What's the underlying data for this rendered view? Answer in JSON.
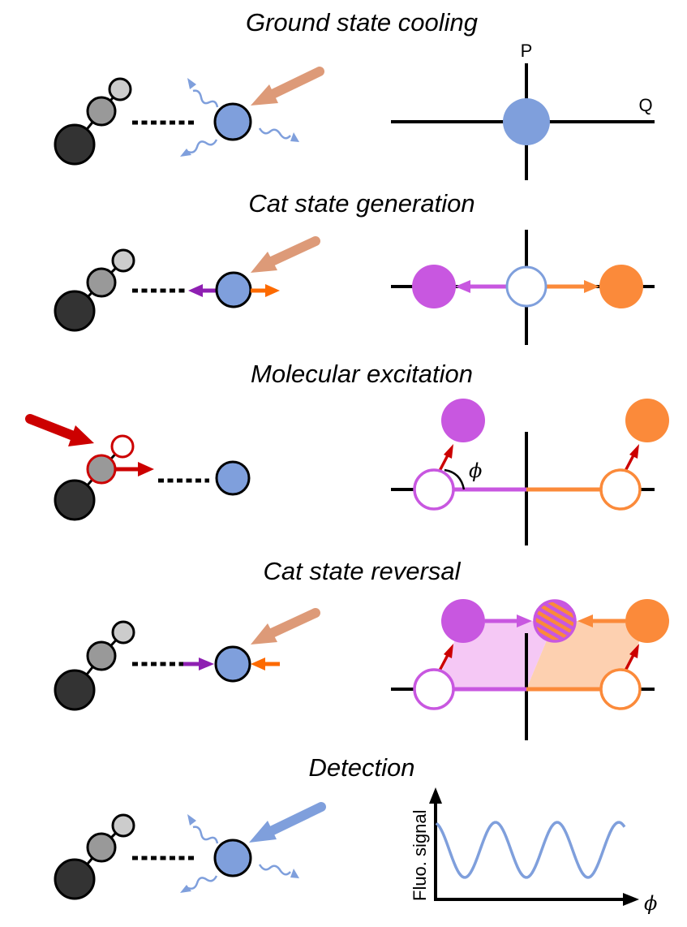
{
  "panels": [
    {
      "title": "Ground state cooling"
    },
    {
      "title": "Cat state generation"
    },
    {
      "title": "Molecular excitation"
    },
    {
      "title": "Cat state reversal"
    },
    {
      "title": "Detection"
    }
  ],
  "axes": {
    "p_label": "P",
    "q_label": "Q"
  },
  "phase_symbol": "ϕ",
  "detection_plot": {
    "ylabel": "Fluo. signal",
    "xlabel": "ϕ"
  },
  "colors": {
    "ion_blue": "#7f9fdc",
    "pump_arrow": "#dd9a78",
    "probe_arrow": "#7f9fdc",
    "purple": "#c857e0",
    "purple_dark": "#8e1fb2",
    "orange": "#fb8a3a",
    "orange_dark": "#fd6a00",
    "red": "#cc0000",
    "molecule_dark": "#333333",
    "molecule_mid": "#999999",
    "molecule_light": "#cccccc"
  },
  "icons": [
    "molecule-icon",
    "ion-icon",
    "photon-wave-icon",
    "laser-arrow-icon",
    "phase-space-icon"
  ]
}
